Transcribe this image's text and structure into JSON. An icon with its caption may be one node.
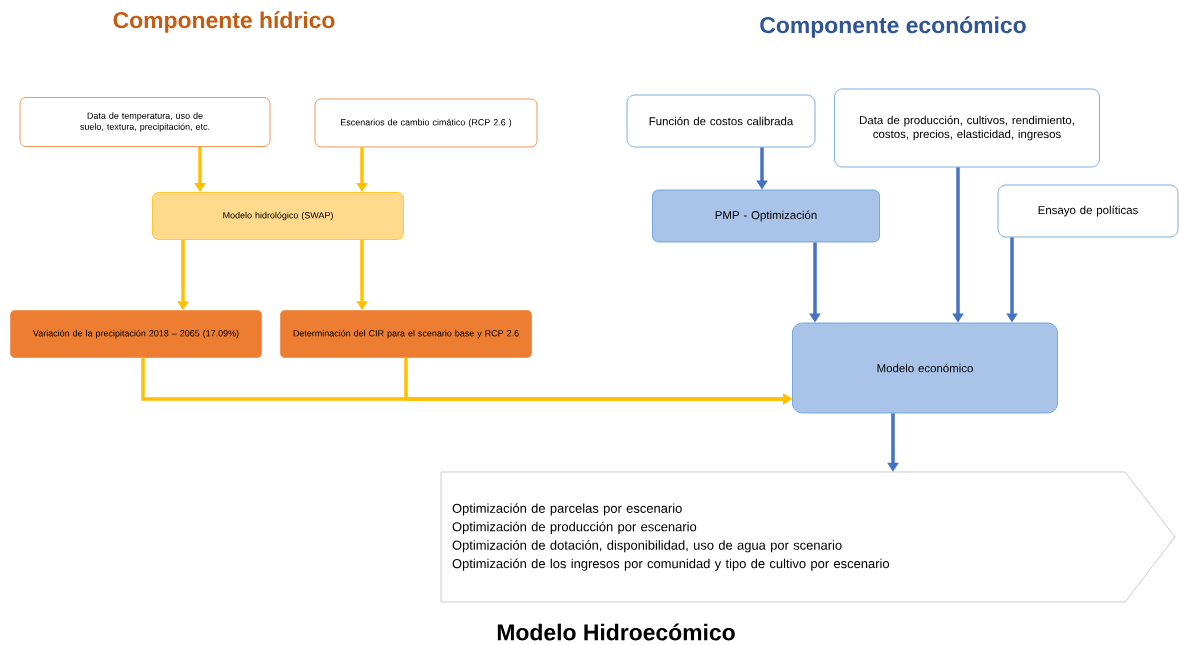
{
  "diagram": {
    "nodes": [
      {
        "text": [
          "Data de temperatura, uso de suelo, textura, precipitación, etc."
        ]
      },
      {
        "text": [
          "Escenarios de cambio cimático (RCP 2.6 )"
        ]
      },
      {
        "text": [
          "Modelo hidrológico (SWAP)"
        ]
      },
      {
        "text": [
          "Variación de la precipitación 2018 – 2065 (17.09%)"
        ]
      },
      {
        "text": [
          "Determinación del CIR para el scenario base y RCP 2.6"
        ]
      },
      {
        "text": [
          "Función de costos calibrada"
        ]
      },
      {
        "text": [
          "Data de producción, cultivos, rendimiento, costos, precios, elasticidad, ingresos"
        ]
      },
      {
        "text": [
          "PMP - Optimización"
        ]
      },
      {
        "text": [
          "Ensayo de políticas"
        ]
      },
      {
        "text": [
          "Modelo económico"
        ]
      },
      {
        "text": [
          "Optimización de parcelas por escenario",
          "Optimización de producción por escenario",
          "Optimización de dotación, disponibilidad, uso de agua por scenario",
          "Optimización de los ingresos por comunidad y tipo de cultivo por escenario"
        ]
      }
    ],
    "edges": [
      {
        "from": 0,
        "to": 2,
        "arrow": "to"
      },
      {
        "from": 1,
        "to": 2,
        "arrow": "to"
      },
      {
        "from": 2,
        "to": 3,
        "arrow": "to"
      },
      {
        "from": 2,
        "to": 4,
        "arrow": "to"
      },
      {
        "from": 3,
        "to": 9,
        "arrow": "to"
      },
      {
        "from": 4,
        "to": 9,
        "arrow": "to"
      },
      {
        "from": 5,
        "to": 7,
        "arrow": "to",
        "color": "#4472c4"
      },
      {
        "from": 7,
        "to": 9,
        "arrow": "to",
        "color": "#4472c4"
      },
      {
        "from": 6,
        "to": 9,
        "arrow": "to",
        "color": "#4472c4"
      },
      {
        "from": 8,
        "to": 9,
        "arrow": "to",
        "color": "#4472c4"
      },
      {
        "from": 9,
        "to": 10,
        "arrow": "to",
        "color": "#4472c4"
      }
    ],
    "labels": [
      "Componente hídrico",
      "Componente económico",
      "Modelo Hidroecómico"
    ]
  }
}
